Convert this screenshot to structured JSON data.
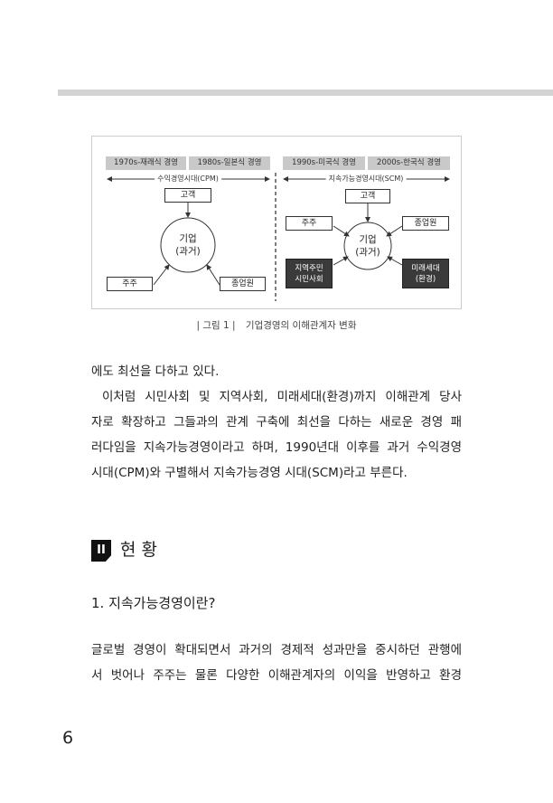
{
  "colors": {
    "top_bar": "#d3d3d3",
    "era_tag": "#c9c9c9",
    "dark_box": "#3a3a3a",
    "text": "#222222"
  },
  "figure": {
    "era_labels": [
      "1970s-재래식 경영",
      "1980s-일본식 경영",
      "1990s-미국식 경영",
      "2000s-한국식 경영"
    ],
    "periods": {
      "left": "수익경영시대(CPM)",
      "right": "지속가능경영시대(SCM)"
    },
    "left_panel": {
      "customer": "고객",
      "company": [
        "기업",
        "(과거)"
      ],
      "shareholder": "주주",
      "employee": "종업원"
    },
    "right_panel": {
      "customer": "고객",
      "company": [
        "기업",
        "(과거)"
      ],
      "shareholder": "주주",
      "employee": "종업원",
      "community": [
        "지역주민",
        "시민사회"
      ],
      "future_generation": [
        "미래세대",
        "(환경)"
      ]
    },
    "caption": {
      "label": "| 그림 1 |",
      "title": "기업경영의 이해관계자 변화"
    }
  },
  "body": {
    "continuation": "에도 최선을 다하고 있다.",
    "paragraph1": [
      "이처럼 시민사회 및 지역사회, 미래세대(환경)까지 이해관계 당사",
      "자로 확장하고 그들과의 관계 구축에 최선을 다하는 새로운 경영 패",
      "러다임을 지속가능경영이라고 하며, 1990년대 이후를 과거 수익경영",
      "시대(CPM)와 구별해서 지속가능경영 시대(SCM)라고 부른다."
    ]
  },
  "section": {
    "number": "II",
    "title": "현 황"
  },
  "subsection": {
    "title": "1. 지속가능경영이란?"
  },
  "paragraph2": [
    "글로벌 경영이 확대되면서 과거의 경제적 성과만을 중시하던 관행에",
    "서 벗어나 주주는 물론 다양한 이해관계자의 이익을 반영하고 환경"
  ],
  "page_number": "6"
}
